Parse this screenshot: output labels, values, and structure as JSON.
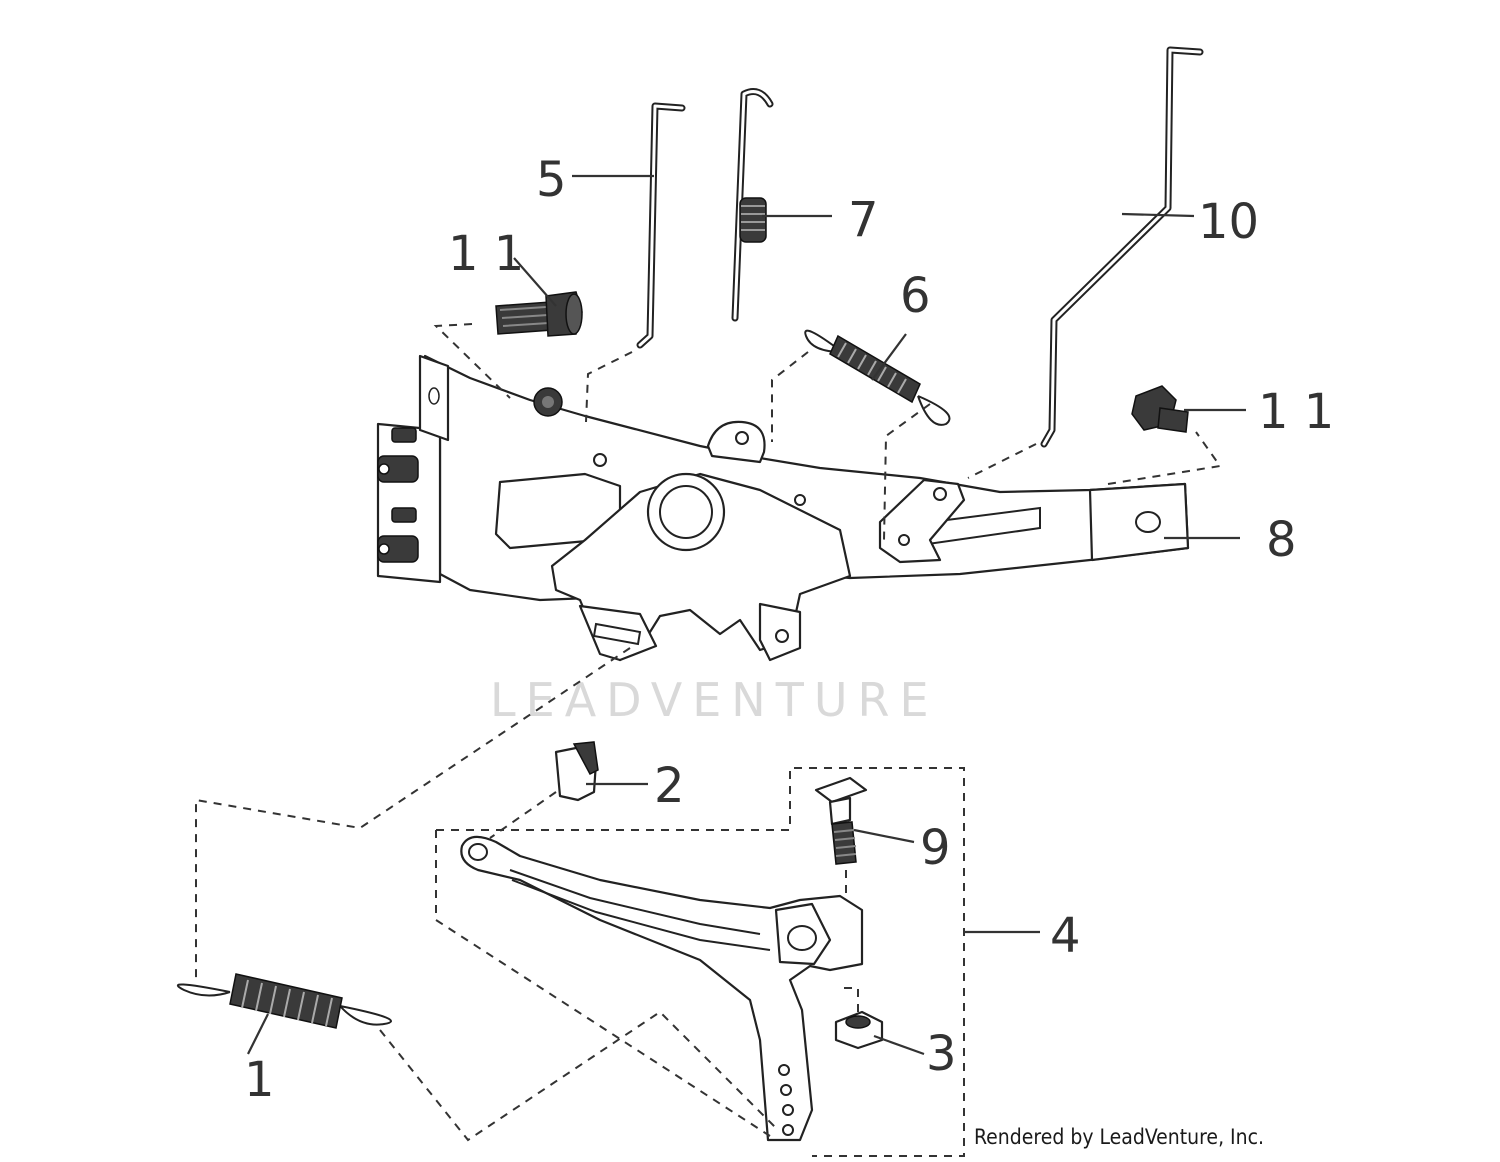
{
  "watermark": "LEADVENTURE",
  "credit": "Rendered by LeadVenture, Inc.",
  "callouts": {
    "p1": "1",
    "p2": "2",
    "p3": "3",
    "p4": "4",
    "p5": "5",
    "p6": "6",
    "p7": "7",
    "p8": "8",
    "p9": "9",
    "p10": "10",
    "p11a": "1 1",
    "p11b": "1 1"
  },
  "parts": [
    {
      "callout": "1",
      "icon": "extension-spring-icon"
    },
    {
      "callout": "2",
      "icon": "clip-icon"
    },
    {
      "callout": "3",
      "icon": "flange-nut-icon"
    },
    {
      "callout": "4",
      "icon": "lever-assembly-icon"
    },
    {
      "callout": "5",
      "icon": "rod-icon"
    },
    {
      "callout": "6",
      "icon": "spring-icon"
    },
    {
      "callout": "7",
      "icon": "spring-wire-icon"
    },
    {
      "callout": "8",
      "icon": "control-bracket-icon"
    },
    {
      "callout": "9",
      "icon": "carriage-bolt-icon"
    },
    {
      "callout": "10",
      "icon": "link-rod-icon"
    },
    {
      "callout": "11",
      "icon": "bolt-icon"
    }
  ]
}
